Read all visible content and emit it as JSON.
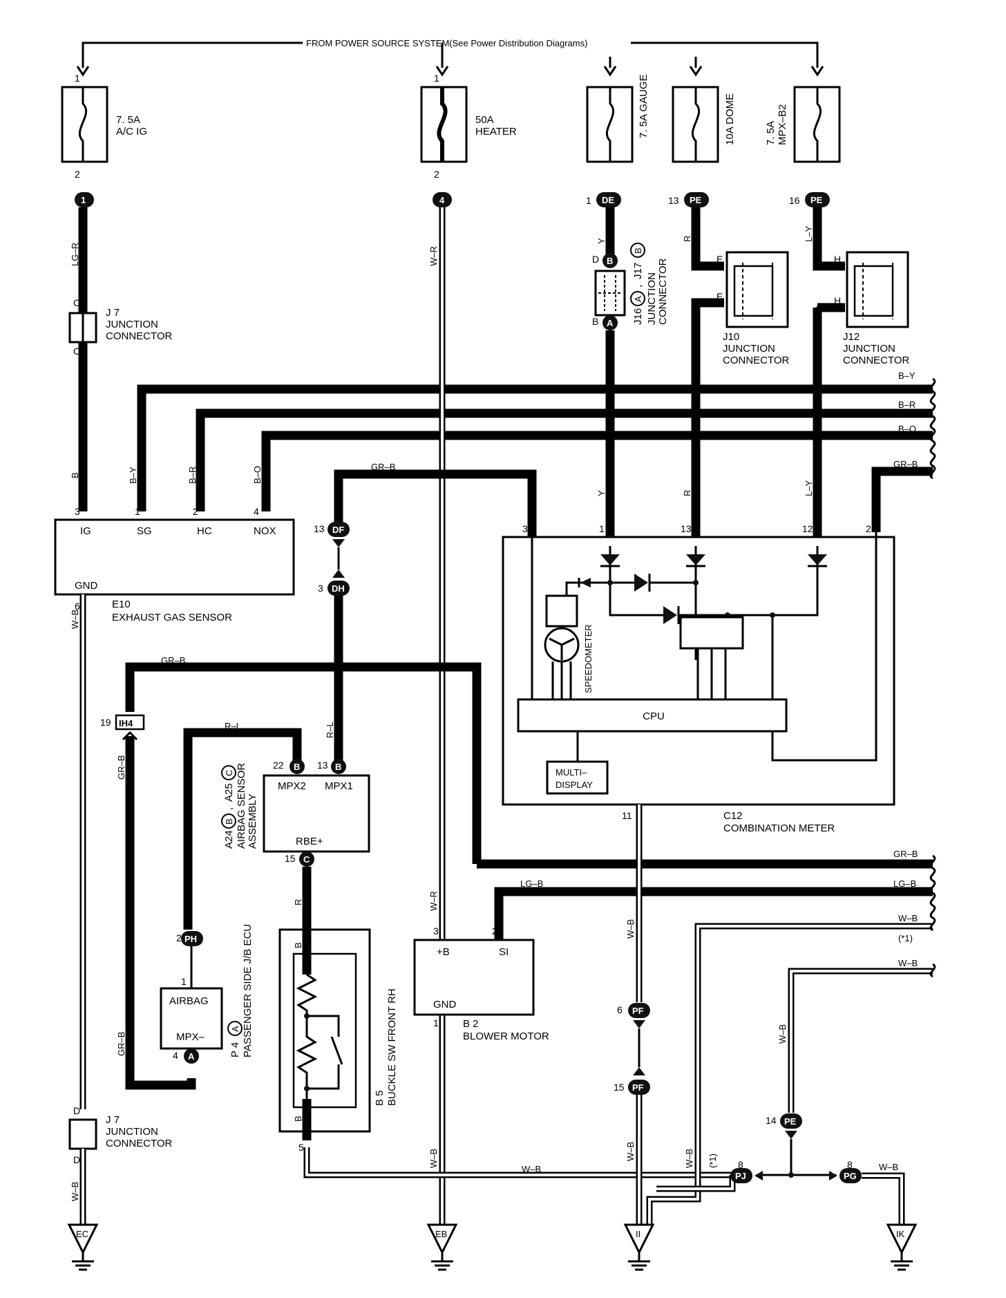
{
  "source": {
    "label": "FROM POWER SOURCE SYSTEM(See Power Distribution Diagrams)"
  },
  "fuses": [
    {
      "id": "f1",
      "rating": "7. 5A",
      "name": "A/C IG",
      "pin_in": "1",
      "pin_out": "2"
    },
    {
      "id": "f2",
      "rating": "50A",
      "name": "HEATER",
      "pin_in": "1",
      "pin_out": "2"
    },
    {
      "id": "f3",
      "label": "7. 5A GAUGE"
    },
    {
      "id": "f4",
      "label": "10A DOME"
    },
    {
      "id": "f5",
      "rating": "7. 5A",
      "name": "MPX–B2"
    }
  ],
  "connectors": {
    "c1": "1",
    "c4": "4",
    "de_pin": "1",
    "de": "DE",
    "pe_pin": "13",
    "pe": "PE",
    "pe2_pin": "16",
    "pe2": "PE",
    "df_pin": "13",
    "df": "DF",
    "dh_pin": "3",
    "dh": "DH",
    "ih4_pin": "19",
    "ih4": "IH4",
    "ph_pin": "2",
    "ph": "PH",
    "pf_pin": "6",
    "pf": "PF",
    "pf2_pin": "15",
    "pf2": "PF",
    "pe3_pin": "14",
    "pe3": "PE",
    "pj_pin": "8",
    "pj": "PJ",
    "pg_pin": "8",
    "pg": "PG",
    "b": "B",
    "a": "A",
    "c": "C"
  },
  "junctions": {
    "j7_top": {
      "title": "J 7",
      "line1": "JUNCTION",
      "line2": "CONNECTOR",
      "pin": "C"
    },
    "j7_bot": {
      "title": "J 7",
      "line1": "JUNCTION",
      "line2": "CONNECTOR",
      "pin": "D"
    },
    "j16": {
      "label": "J16",
      "mid": ",",
      "j17": "J17",
      "line1": "JUNCTION",
      "line2": "CONNECTOR",
      "pin_d": "D",
      "pin_b": "B"
    },
    "j10": {
      "title": "J10",
      "line1": "JUNCTION",
      "line2": "CONNECTOR",
      "pin": "E"
    },
    "j12": {
      "title": "J12",
      "line1": "JUNCTION",
      "line2": "CONNECTOR",
      "pin": "H"
    }
  },
  "components": {
    "e10": {
      "id": "E10",
      "name": "EXHAUST GAS SENSOR",
      "pins": [
        "IG",
        "SG",
        "HC",
        "NOX",
        "GND"
      ],
      "nums": [
        "3",
        "1",
        "2",
        "4",
        "6"
      ]
    },
    "c12": {
      "id": "C12",
      "name": "COMBINATION METER",
      "cpu": "CPU",
      "speedo": "SPEEDOMETER",
      "md1": "MULTI–",
      "md2": "DISPLAY",
      "nums": [
        "3",
        "1",
        "13",
        "12",
        "2",
        "11"
      ]
    },
    "a24": {
      "label": "A24",
      "sep": ",",
      "a25": "A25",
      "line1": "AIRBAG SENSOR",
      "line2": "ASSEMBLY",
      "pins": [
        "MPX2",
        "MPX1",
        "RBE+"
      ],
      "nums": [
        "22",
        "13",
        "15"
      ]
    },
    "p4": {
      "label": "P 4",
      "line": "PASSENGER SIDE J/B ECU",
      "pins": [
        "AIRBAG",
        "MPX–"
      ],
      "nums": [
        "1",
        "4"
      ]
    },
    "b5": {
      "label": "B 5",
      "line": "BUCKLE SW FRONT RH",
      "num": "5",
      "pin": "B"
    },
    "b2": {
      "id": "B 2",
      "name": "BLOWER MOTOR",
      "pins": [
        "+B",
        "SI",
        "GND"
      ],
      "nums": [
        "3",
        "2",
        "1"
      ]
    }
  },
  "wires": {
    "lgr": "LG–R",
    "wr": "W–R",
    "y": "Y",
    "r": "R",
    "ly": "L–Y",
    "b": "B",
    "by": "B–Y",
    "br": "B–R",
    "bo": "B–O",
    "grb": "GR–B",
    "wb": "W–B",
    "rl": "R–L",
    "lgb": "LG–B",
    "star1": "(*1)"
  },
  "grounds": [
    "EC",
    "EB",
    "II",
    "IK"
  ]
}
